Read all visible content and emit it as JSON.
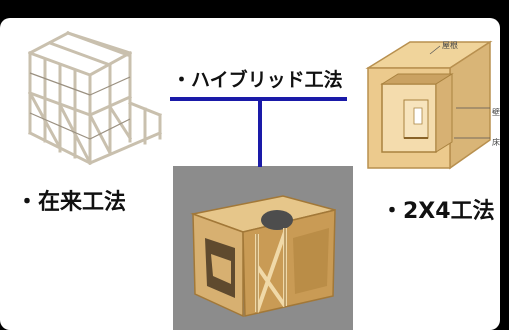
{
  "labels": {
    "hybrid": "・ハイブリッド工法",
    "zairai": "・在来工法",
    "two_by_four": "・2X4工法"
  },
  "diagram_parts": {
    "roof": "屋根",
    "wall": "壁",
    "floor": "床"
  },
  "colors": {
    "connector": "#1a1aa8",
    "background": "#000000",
    "panel": "#ffffff",
    "wood": "#e9c98f",
    "wood_dark": "#b98a45"
  }
}
